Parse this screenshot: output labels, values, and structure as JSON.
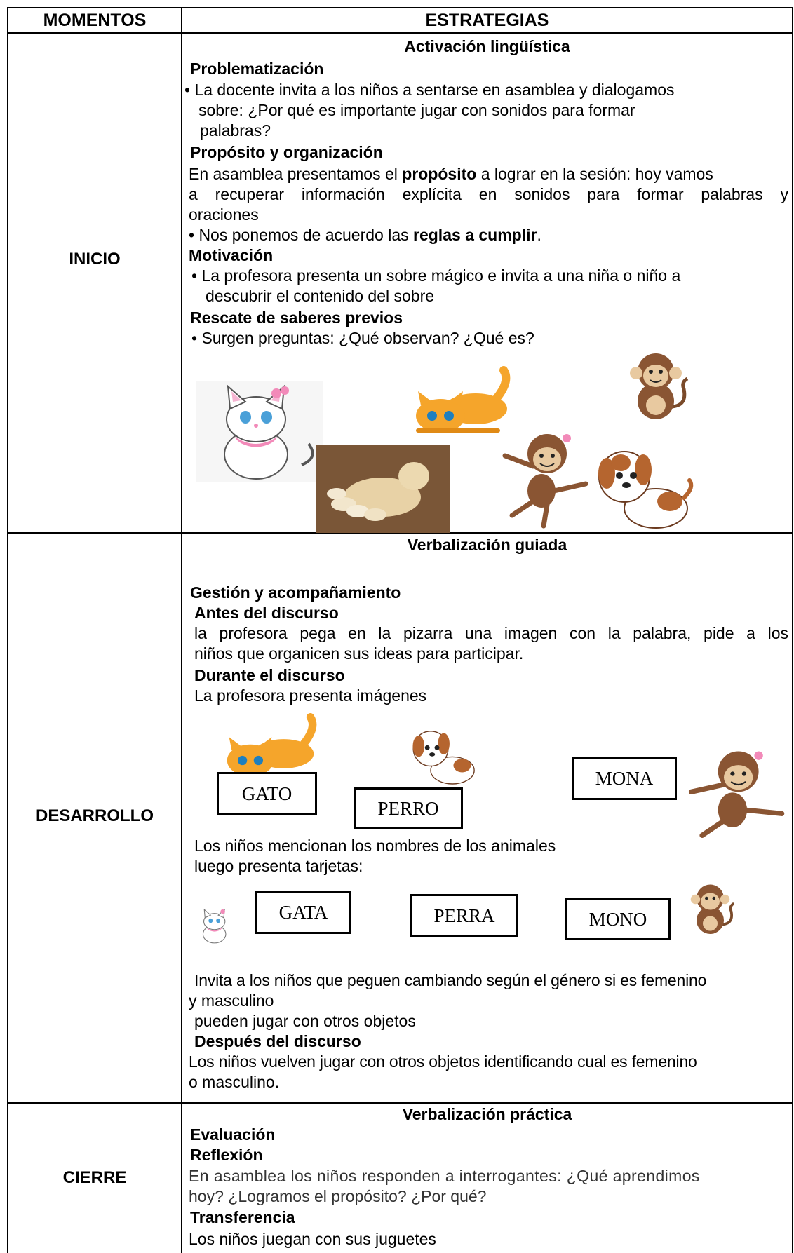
{
  "table": {
    "headers": {
      "moments": "MOMENTOS",
      "strategies": "ESTRATEGIAS"
    },
    "inicio": {
      "label": "INICIO",
      "section_title": "Activación lingüística",
      "problematizacion": {
        "title": "Problematización",
        "bullet_line1": "• La docente invita a los niños a sentarse en asamblea y dialogamos",
        "bullet_line2": "sobre: ¿Por qué es importante jugar con sonidos para formar",
        "bullet_line3": "palabras?"
      },
      "proposito": {
        "title": "Propósito y organización",
        "line1_pre": "En asamblea presentamos el ",
        "line1_bold": "propósito",
        "line1_post": " a lograr en la sesión: hoy vamos",
        "line2": "a recuperar información explícita en sonidos para formar palabras y",
        "line3": "oraciones",
        "rules_pre": "• Nos ponemos de acuerdo las ",
        "rules_bold": "reglas a cumplir",
        "rules_post": "."
      },
      "motivacion": {
        "title": "Motivación",
        "line1": "• La profesora presenta un sobre mágico e invita a una niña o niño a",
        "line2": "descubrir el contenido del sobre"
      },
      "saberes": {
        "title": "Rescate de saberes previos",
        "line1": "• Surgen preguntas: ¿Qué observan? ¿Qué es?"
      }
    },
    "desarrollo": {
      "label": "DESARROLLO",
      "section_title": "Verbalización guiada",
      "gestion_title": "Gestión y acompañamiento",
      "antes_title": "Antes del discurso",
      "antes_line1": "la profesora pega en la pizarra una imagen con la palabra, pide a los",
      "antes_line2": "niños que organicen sus ideas para participar.",
      "durante_title": "Durante el discurso",
      "durante_line1": "La profesora presenta imágenes",
      "cards_row1": [
        "GATO",
        "PERRO",
        "MONA"
      ],
      "mention_line1": "Los niños mencionan los nombres de los animales",
      "mention_line2": "luego presenta tarjetas:",
      "cards_row2": [
        "GATA",
        "PERRA",
        "MONO"
      ],
      "invite_line1": "Invita a los niños que peguen cambiando según el género si es femenino",
      "invite_line2": "y masculino",
      "invite_line3": "pueden jugar con otros objetos",
      "despues_title": "Después del discurso",
      "despues_line1": "Los niños vuelven jugar con otros objetos identificando cual es femenino",
      "despues_line2": "o masculino."
    },
    "cierre": {
      "label": "CIERRE",
      "section_title": "Verbalización práctica",
      "evaluacion_title": "Evaluación",
      "reflexion_title": "Reflexión",
      "reflexion_line1": "En asamblea los niños responden a interrogantes: ¿Qué aprendimos",
      "reflexion_line2": "hoy? ¿Logramos el propósito? ¿Por qué?",
      "transferencia_title": "Transferencia",
      "transferencia_line1": "Los niños juegan con sus juguetes"
    }
  }
}
